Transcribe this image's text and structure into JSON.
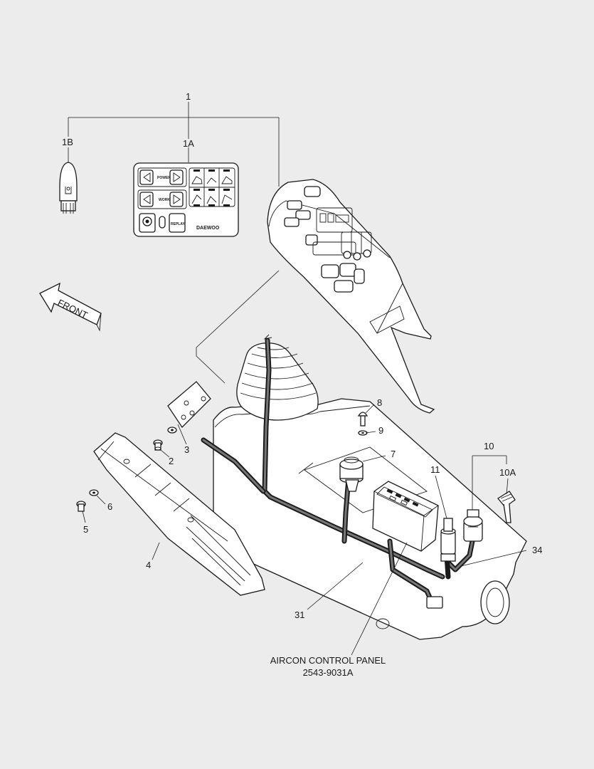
{
  "callouts": {
    "p1": "1",
    "p1a": "1A",
    "p1b": "1B",
    "p2": "2",
    "p3": "3",
    "p4": "4",
    "p5": "5",
    "p6": "6",
    "p7": "7",
    "p8": "8",
    "p9": "9",
    "p10": "10",
    "p10a": "10A",
    "p11": "11",
    "p31": "31",
    "p34": "34"
  },
  "front_label": "FRONT",
  "panel_1a": {
    "power": "POWER",
    "work": "WORK",
    "replay": "REPLAY",
    "brand": "DAEWOO"
  },
  "caption": {
    "line1": "AIRCON CONTROL PANEL",
    "line2": "2543-9031A"
  }
}
